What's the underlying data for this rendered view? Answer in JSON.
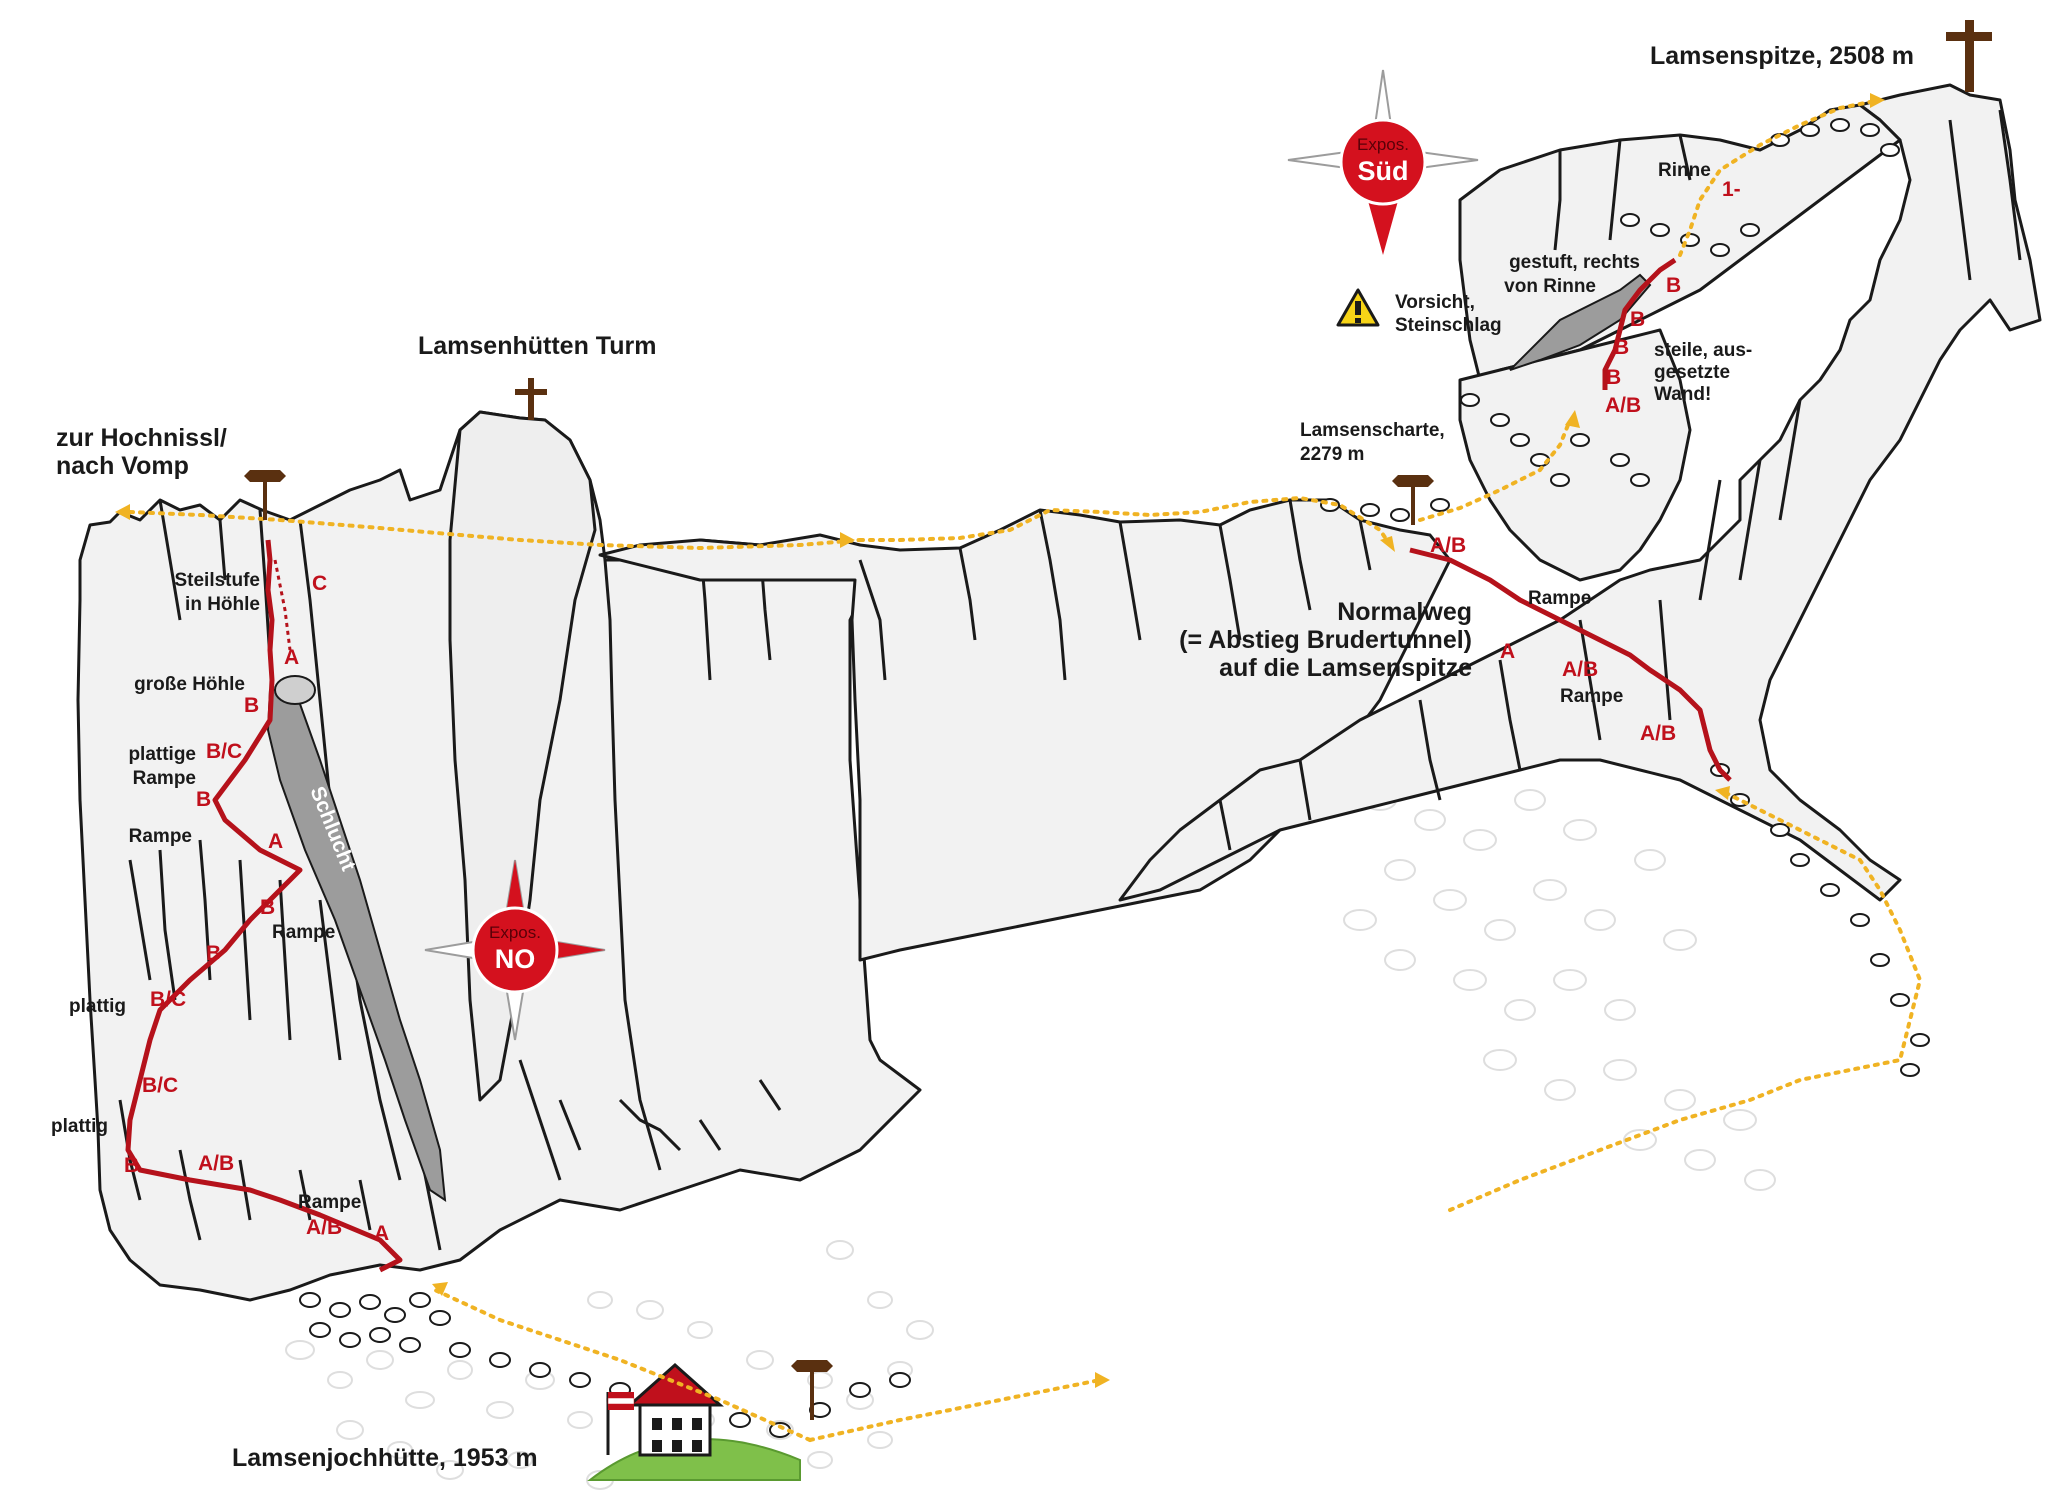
{
  "summits": {
    "lamsenspitze": "Lamsenspitze, 2508 m",
    "lamsenhuetten_turm": "Lamsenhütten Turm"
  },
  "places": {
    "hochnissl_line1": "zur Hochnissl/",
    "hochnissl_line2": "nach Vomp",
    "lamsenscharte_line1": "Lamsenscharte,",
    "lamsenscharte_line2": "2279 m",
    "lamsenjochhuette": "Lamsenjochhütte, 1953 m"
  },
  "route_normalweg": {
    "line1": "Normalweg",
    "line2": "(= Abstieg Brudertunnel)",
    "line3": "auf die Lamsenspitze"
  },
  "left_wall_notes": {
    "steilstufe_line1": "Steilstufe",
    "steilstufe_line2": "in Höhle",
    "grosse_hoehle": "große Höhle",
    "plattige_line1": "plattige",
    "plattige_line2": "Rampe",
    "rampe_1": "Rampe",
    "rampe_2": "Rampe",
    "plattig_1": "plattig",
    "plattig_2": "plattig",
    "rampe_3": "Rampe",
    "schlucht": "Schlucht"
  },
  "right_wall_notes": {
    "rinne": "Rinne",
    "gestuft_line1": "gestuft, rechts",
    "gestuft_line2": "von Rinne",
    "steile_line1": "steile, aus-",
    "steile_line2": "gesetzte",
    "steile_line3": "Wand!",
    "rampe_a": "Rampe",
    "rampe_b": "Rampe"
  },
  "warning": {
    "line1": "Vorsicht,",
    "line2": "Steinschlag"
  },
  "exposition": [
    {
      "small": "Expos.",
      "big": "NO"
    },
    {
      "small": "Expos.",
      "big": "Süd"
    }
  ],
  "grades_left": {
    "c": "C",
    "a1": "A",
    "b1": "B",
    "bc1": "B/C",
    "b2": "B",
    "a2": "A",
    "b3": "B",
    "b4": "B",
    "bc2": "B/C",
    "bc3": "B/C",
    "b5": "B",
    "ab1": "A/B",
    "ab2": "A/B",
    "a3": "A"
  },
  "grades_right": {
    "ab1": "A/B",
    "a1": "A",
    "ab2": "A/B",
    "ab3": "A/B",
    "ab4": "A/B",
    "b1": "B",
    "b2": "B",
    "b3": "B",
    "b4": "B",
    "one_minus": "1-"
  },
  "colors": {
    "route": "#b5121b",
    "path": "#f0b323",
    "rock_fill": "#f2f2f2",
    "rock_outline": "#1a1a1a",
    "gully": "#9c9c9c",
    "compass_red": "#d4111e",
    "meadow": "#7fc04a"
  },
  "icons": [
    "summit-cross",
    "signpost",
    "hut",
    "austria-flag",
    "warning-triangle",
    "compass-rose"
  ]
}
